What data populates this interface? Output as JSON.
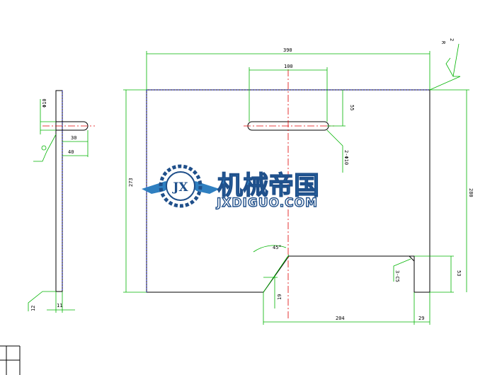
{
  "colors": {
    "dimension": "#00b400",
    "outline": "#000000",
    "hidden": "#0000aa",
    "centerline": "#e00000",
    "logo_blue": "#1f4f8a",
    "logo_light": "#2f7fc0"
  },
  "watermark": {
    "chinese": "机械帝国",
    "url": "JXDIGUO.COM",
    "badge": "JX"
  },
  "front_view": {
    "width_390": "390",
    "slot_100": "100",
    "slot_offset_55": "55",
    "slot_callout": "2-Φ10",
    "height_273": "273",
    "height_280": "280",
    "notch_chamfer": "45°",
    "notch_19": "19",
    "notch_204": "204",
    "notch_29": "29",
    "notch_53": "53",
    "corner_chamfer": "3-C5",
    "corner_mark_r": "R",
    "corner_mark_2": "2"
  },
  "side_view": {
    "dia_10": "Φ10",
    "len_30": "30",
    "len_40": "40",
    "thickness_11": "11",
    "edge_12": "12"
  }
}
